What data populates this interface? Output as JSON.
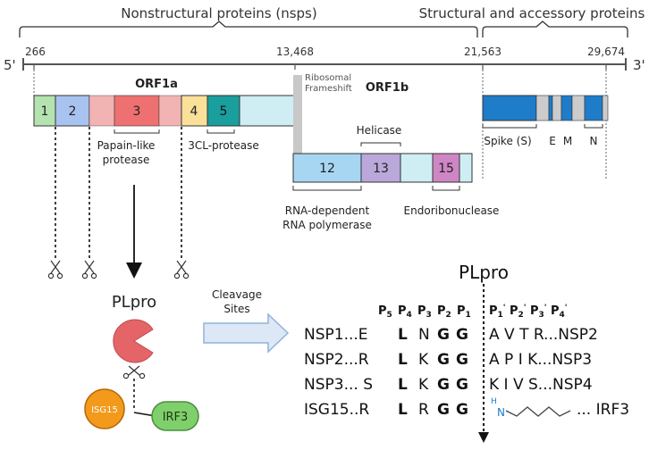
{
  "header": {
    "nsps_label": "Nonstructural proteins (nsps)",
    "structural_label": "Structural and accessory proteins"
  },
  "genome": {
    "five_prime": "5'",
    "three_prime": "3'",
    "positions": [
      "266",
      "13,468",
      "21,563",
      "29,674"
    ]
  },
  "orf1a": {
    "label": "ORF1a",
    "boxes": [
      {
        "label": "1",
        "color": "#b5e3b0"
      },
      {
        "label": "2",
        "color": "#a9c3f0"
      },
      {
        "label": "",
        "color": "#f2b3b3"
      },
      {
        "label": "3",
        "color": "#ee7070"
      },
      {
        "label": "",
        "color": "#f2b3b3"
      },
      {
        "label": "4",
        "color": "#f9e19a"
      },
      {
        "label": "5",
        "color": "#1a9e9e"
      },
      {
        "label": "",
        "color": "#cfeef4"
      }
    ],
    "papain_label_1": "Papain-like",
    "papain_label_2": "protease",
    "cl_label": "3CL-protease"
  },
  "frameshift": {
    "line1": "Ribosomal",
    "line2": "Frameshift"
  },
  "orf1b": {
    "label": "ORF1b",
    "boxes": [
      {
        "label": "12",
        "color": "#a7d6f2"
      },
      {
        "label": "13",
        "color": "#b9a8d9"
      },
      {
        "label": "",
        "color": "#cfeef4"
      },
      {
        "label": "15",
        "color": "#cf86c4"
      },
      {
        "label": "",
        "color": "#cfeef4"
      }
    ],
    "helicase_label": "Helicase",
    "rdrp_line1": "RNA-dependent",
    "rdrp_line2": "RNA polymerase",
    "endo_label": "Endoribonuclease"
  },
  "structural": {
    "spike_label": "Spike (S)",
    "e_label": "E",
    "m_label": "M",
    "n_label": "N",
    "blue": "#1e7cc8",
    "grey": "#cccccc"
  },
  "plpro": {
    "label": "PLpro",
    "pacman_color": "#e46468",
    "isg15_label": "ISG15",
    "isg15_color": "#f39a1c",
    "irf3_label": "IRF3",
    "irf3_color": "#7fcf6c"
  },
  "cleavage": {
    "label_line1": "Cleavage",
    "label_line2": "Sites",
    "arrow_color": "#dce8f6"
  },
  "sequence": {
    "title": "PLpro",
    "positions_left": [
      "P5",
      "P4",
      "P3",
      "P2",
      "P1"
    ],
    "positions_right": [
      "P1'",
      "P2'",
      "P3'",
      "P4'"
    ],
    "rows": [
      {
        "prefix": "NSP1...E",
        "p4": "L",
        "p3": "N",
        "p2": "G",
        "p1": "G",
        "right": "A V T R...NSP2"
      },
      {
        "prefix": "NSP2...R",
        "p4": "L",
        "p3": "K",
        "p2": "G",
        "p1": "G",
        "right": "A P I K...NSP3"
      },
      {
        "prefix": "NSP3... S",
        "p4": "L",
        "p3": "K",
        "p2": "G",
        "p1": "G",
        "right": "K I V S...NSP4"
      },
      {
        "prefix": "ISG15..R",
        "p4": "L",
        "p3": "R",
        "p2": "G",
        "p1": "G",
        "right": "... IRF3",
        "amine": "H",
        "n": "N"
      }
    ]
  }
}
